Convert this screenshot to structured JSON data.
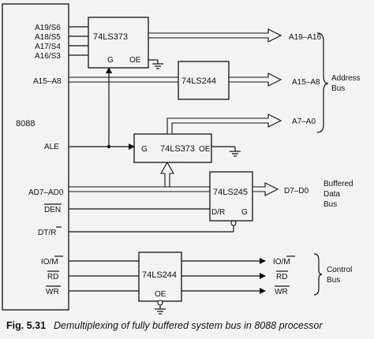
{
  "processor": {
    "name": "8088",
    "pins": {
      "a19_s6": "A19/S6",
      "a18_s5": "A18/S5",
      "a17_s4": "A17/S4",
      "a16_s3": "A16/S3",
      "a15_a8": "A15–A8",
      "ale": "ALE",
      "ad7_ad0": "AD7–AD0",
      "den": "DEN",
      "dt_r": "DT/R",
      "io_m": "IO/M",
      "rd": "RD",
      "wr": "WR"
    }
  },
  "chips": {
    "latch_high": {
      "name": "74LS373",
      "g": "G",
      "oe": "OE"
    },
    "buffer_addr": {
      "name": "74LS244"
    },
    "latch_low": {
      "name": "74LS373",
      "g": "G",
      "oe": "OE"
    },
    "transceiver": {
      "name": "74LS245",
      "dr": "D/R",
      "g": "G"
    },
    "buffer_ctrl": {
      "name": "74LS244",
      "oe": "OE"
    }
  },
  "outputs": {
    "a19_a16": "A19–A16",
    "a15_a8": "A15–A8",
    "a7_a0": "A7–A0",
    "d7_d0": "D7–D0",
    "io_m": "IO/M",
    "rd": "RD",
    "wr": "WR"
  },
  "groups": {
    "address_bus": [
      "Address",
      "Bus"
    ],
    "data_bus": [
      "Buffered",
      "Data",
      "Bus"
    ],
    "control_bus": [
      "Control",
      "Bus"
    ]
  },
  "caption": {
    "number": "Fig. 5.31",
    "text": "Demultiplexing of fully buffered system bus in 8088 processor"
  }
}
